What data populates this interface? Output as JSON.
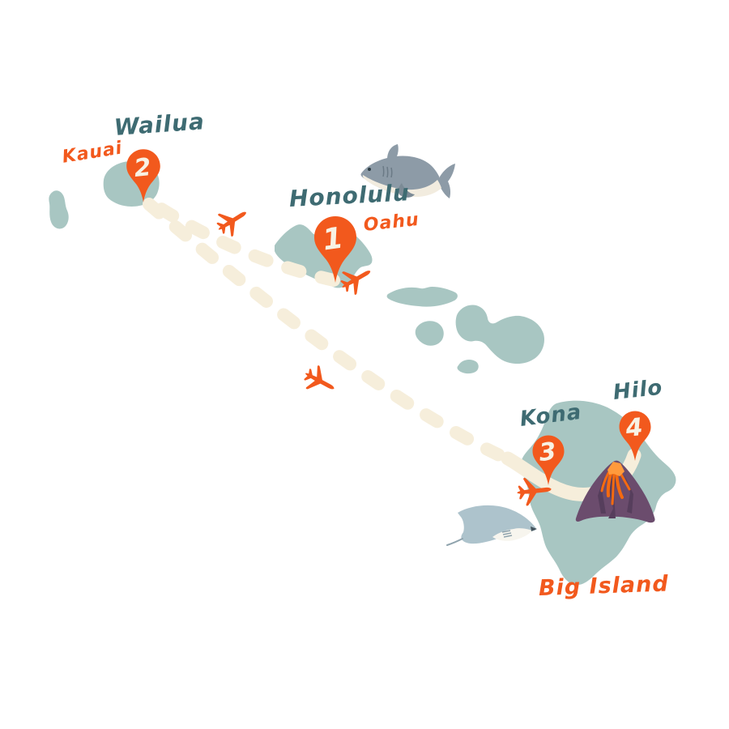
{
  "map": {
    "colors": {
      "ocean": "#ffffff",
      "island": "#a8c6c2",
      "route": "#f6eedb",
      "marker_orange": "#f2591d",
      "label_teal": "#3e6b72",
      "label_orange": "#f2591d",
      "pin_number": "#f8f2e4",
      "shark_gray": "#8d9ba7",
      "shark_belly": "#f2ecdf",
      "manta_gray": "#adc3cc",
      "manta_belly": "#f7f5ee",
      "volcano_purple": "#6b4c6d",
      "volcano_shadow": "#563e5c",
      "lava_orange": "#f56a10"
    },
    "stops": [
      {
        "number": "1",
        "city": "Honolulu"
      },
      {
        "number": "2",
        "city": "Wailua"
      },
      {
        "number": "3",
        "city": "Kona"
      },
      {
        "number": "4",
        "city": "Hilo"
      }
    ],
    "islands": [
      {
        "label": "Kauai"
      },
      {
        "label": "Oahu"
      },
      {
        "label": "Big Island"
      }
    ],
    "routes": [
      {
        "from": "1",
        "to": "2",
        "style": "dashed-flight"
      },
      {
        "from": "2",
        "to": "3",
        "style": "dashed-flight"
      },
      {
        "from": "3",
        "to": "4",
        "style": "solid-road"
      }
    ],
    "icons": {
      "marker": "map-pin-icon",
      "airplane": "airplane-icon",
      "shark": "shark-icon",
      "manta": "manta-ray-icon",
      "volcano": "volcano-icon"
    }
  }
}
